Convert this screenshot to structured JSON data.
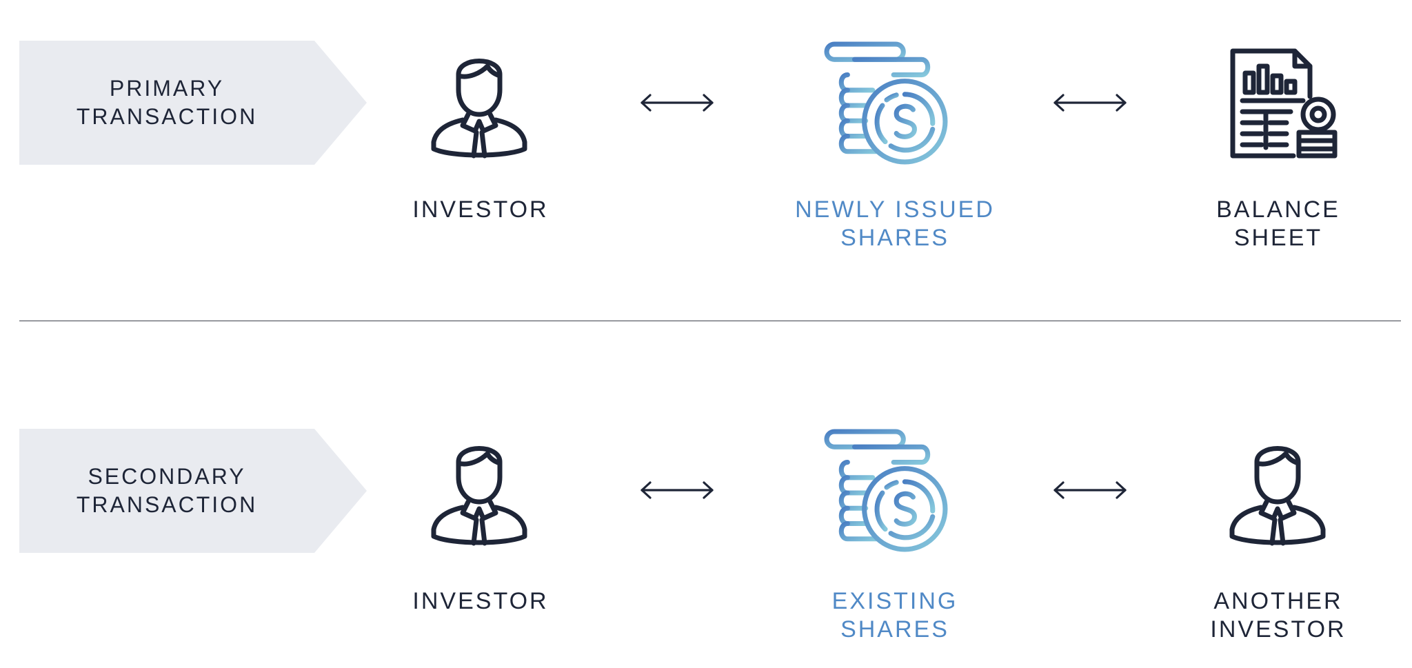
{
  "colors": {
    "dark": "#1e2537",
    "blue": "#5089c6",
    "light_blue": "#7ec3dc",
    "tag_bg": "#e9ebf0"
  },
  "sections": [
    {
      "tag": "PRIMARY\nTRANSACTION",
      "left": {
        "label": "INVESTOR",
        "icon": "investor-icon"
      },
      "middle": {
        "label": "NEWLY ISSUED\nSHARES",
        "icon": "coins-dollar-icon"
      },
      "right": {
        "label": "BALANCE\nSHEET",
        "icon": "balance-sheet-icon"
      }
    },
    {
      "tag": "SECONDARY\nTRANSACTION",
      "left": {
        "label": "INVESTOR",
        "icon": "investor-icon"
      },
      "middle": {
        "label": "EXISTING\nSHARES",
        "icon": "coins-dollar-icon"
      },
      "right": {
        "label": "ANOTHER\nINVESTOR",
        "icon": "investor-icon"
      }
    }
  ]
}
